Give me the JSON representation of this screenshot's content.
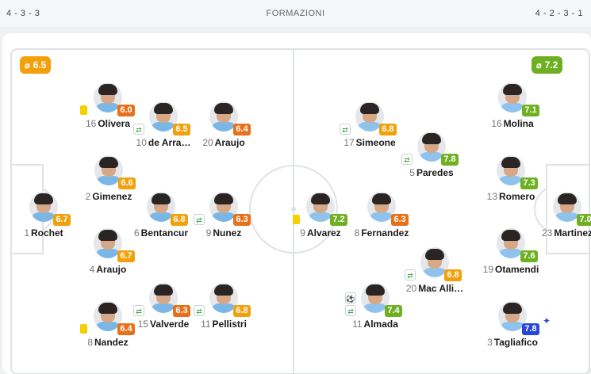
{
  "header": {
    "home_formation": "4 - 3 - 3",
    "title": "FORMAZIONI",
    "away_formation": "4 - 2 - 3 - 1"
  },
  "teams": {
    "home": {
      "rating": "6.5",
      "color": "#f2a00c",
      "icon": "average-rating-icon"
    },
    "away": {
      "rating": "7.2",
      "color": "#6fb022",
      "icon": "average-rating-icon"
    }
  },
  "home_players": [
    {
      "num": "16",
      "name": "Olivera",
      "rating": "6.0",
      "rclass": "r-orange",
      "events": [
        "yellow-card"
      ]
    },
    {
      "num": "10",
      "name": "de Arra…",
      "rating": "6.5",
      "rclass": "r-amber",
      "events": [
        "substitution"
      ]
    },
    {
      "num": "20",
      "name": "Araujo",
      "rating": "6.4",
      "rclass": "r-orange",
      "events": []
    },
    {
      "num": "2",
      "name": "Gimenez",
      "rating": "6.6",
      "rclass": "r-amber",
      "events": []
    },
    {
      "num": "1",
      "name": "Rochet",
      "rating": "6.7",
      "rclass": "r-amber",
      "events": []
    },
    {
      "num": "6",
      "name": "Bentancur",
      "rating": "6.8",
      "rclass": "r-amber",
      "events": []
    },
    {
      "num": "9",
      "name": "Nunez",
      "rating": "6.3",
      "rclass": "r-orange",
      "events": [
        "substitution"
      ]
    },
    {
      "num": "4",
      "name": "Araujo",
      "rating": "6.7",
      "rclass": "r-amber",
      "events": []
    },
    {
      "num": "15",
      "name": "Valverde",
      "rating": "6.3",
      "rclass": "r-orange",
      "events": [
        "substitution"
      ]
    },
    {
      "num": "11",
      "name": "Pellistri",
      "rating": "6.8",
      "rclass": "r-amber",
      "events": [
        "substitution"
      ]
    },
    {
      "num": "8",
      "name": "Nandez",
      "rating": "6.4",
      "rclass": "r-orange",
      "events": [
        "yellow-card"
      ]
    }
  ],
  "away_players": [
    {
      "num": "16",
      "name": "Molina",
      "rating": "7.1",
      "rclass": "r-green",
      "events": []
    },
    {
      "num": "17",
      "name": "Simeone",
      "rating": "6.8",
      "rclass": "r-amber",
      "events": [
        "substitution"
      ]
    },
    {
      "num": "5",
      "name": "Paredes",
      "rating": "7.8",
      "rclass": "r-green",
      "events": [
        "substitution"
      ]
    },
    {
      "num": "13",
      "name": "Romero",
      "rating": "7.3",
      "rclass": "r-green",
      "events": []
    },
    {
      "num": "23",
      "name": "Martinez",
      "rating": "7.0",
      "rclass": "r-green",
      "events": []
    },
    {
      "num": "9",
      "name": "Alvarez",
      "rating": "7.2",
      "rclass": "r-green",
      "events": [
        "yellow-card"
      ]
    },
    {
      "num": "8",
      "name": "Fernandez",
      "rating": "6.3",
      "rclass": "r-orange",
      "events": []
    },
    {
      "num": "19",
      "name": "Otamendi",
      "rating": "7.6",
      "rclass": "r-green",
      "events": []
    },
    {
      "num": "20",
      "name": "Mac Alli…",
      "rating": "6.8",
      "rclass": "r-amber",
      "events": [
        "substitution"
      ]
    },
    {
      "num": "11",
      "name": "Almada",
      "rating": "7.4",
      "rclass": "r-green",
      "events": [
        "goal",
        "substitution"
      ]
    },
    {
      "num": "3",
      "name": "Tagliafico",
      "rating": "7.8",
      "rclass": "r-blue",
      "events": [],
      "motm": true
    }
  ]
}
